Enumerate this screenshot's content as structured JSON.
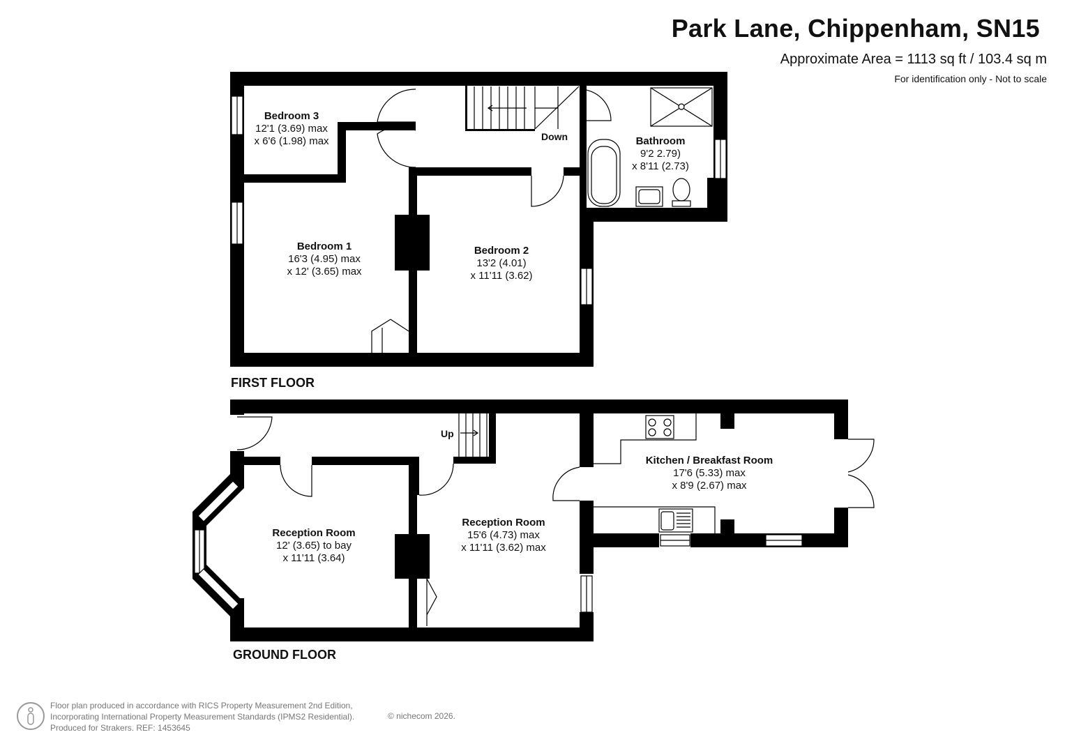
{
  "header": {
    "title": "Park Lane, Chippenham, SN15",
    "area": "Approximate Area = 1113 sq ft / 103.4 sq m",
    "note": "For identification only - Not to scale"
  },
  "first_floor": {
    "label": "FIRST FLOOR",
    "down_label": "Down",
    "rooms": [
      {
        "name": "Bedroom 3",
        "dim1": "12'1 (3.69) max",
        "dim2": "x 6'6 (1.98) max"
      },
      {
        "name": "Bathroom",
        "dim1": "9'2 2.79)",
        "dim2": "x 8'11 (2.73)"
      },
      {
        "name": "Bedroom 1",
        "dim1": "16'3 (4.95) max",
        "dim2": "x 12' (3.65) max"
      },
      {
        "name": "Bedroom 2",
        "dim1": "13'2 (4.01)",
        "dim2": "x 11'11 (3.62)"
      }
    ]
  },
  "ground_floor": {
    "label": "GROUND FLOOR",
    "up_label": "Up",
    "rooms": [
      {
        "name": "Kitchen / Breakfast Room",
        "dim1": "17'6 (5.33) max",
        "dim2": "x 8'9 (2.67) max"
      },
      {
        "name": "Reception Room",
        "dim1": "15'6 (4.73) max",
        "dim2": "x 11'11 (3.62) max"
      },
      {
        "name": "Reception Room",
        "dim1": "12' (3.65) to bay",
        "dim2": "x 11'11 (3.64)"
      }
    ]
  },
  "footer": {
    "line1": "Floor plan produced in accordance with RICS Property Measurement 2nd Edition,",
    "line2": "Incorporating International Property Measurement Standards (IPMS2 Residential).",
    "line3": "Produced for Strakers.   REF: 1453645",
    "copyright": "© nichecom 2026."
  },
  "colors": {
    "wall": "#000000",
    "background": "#ffffff",
    "footer_text": "#777777"
  }
}
